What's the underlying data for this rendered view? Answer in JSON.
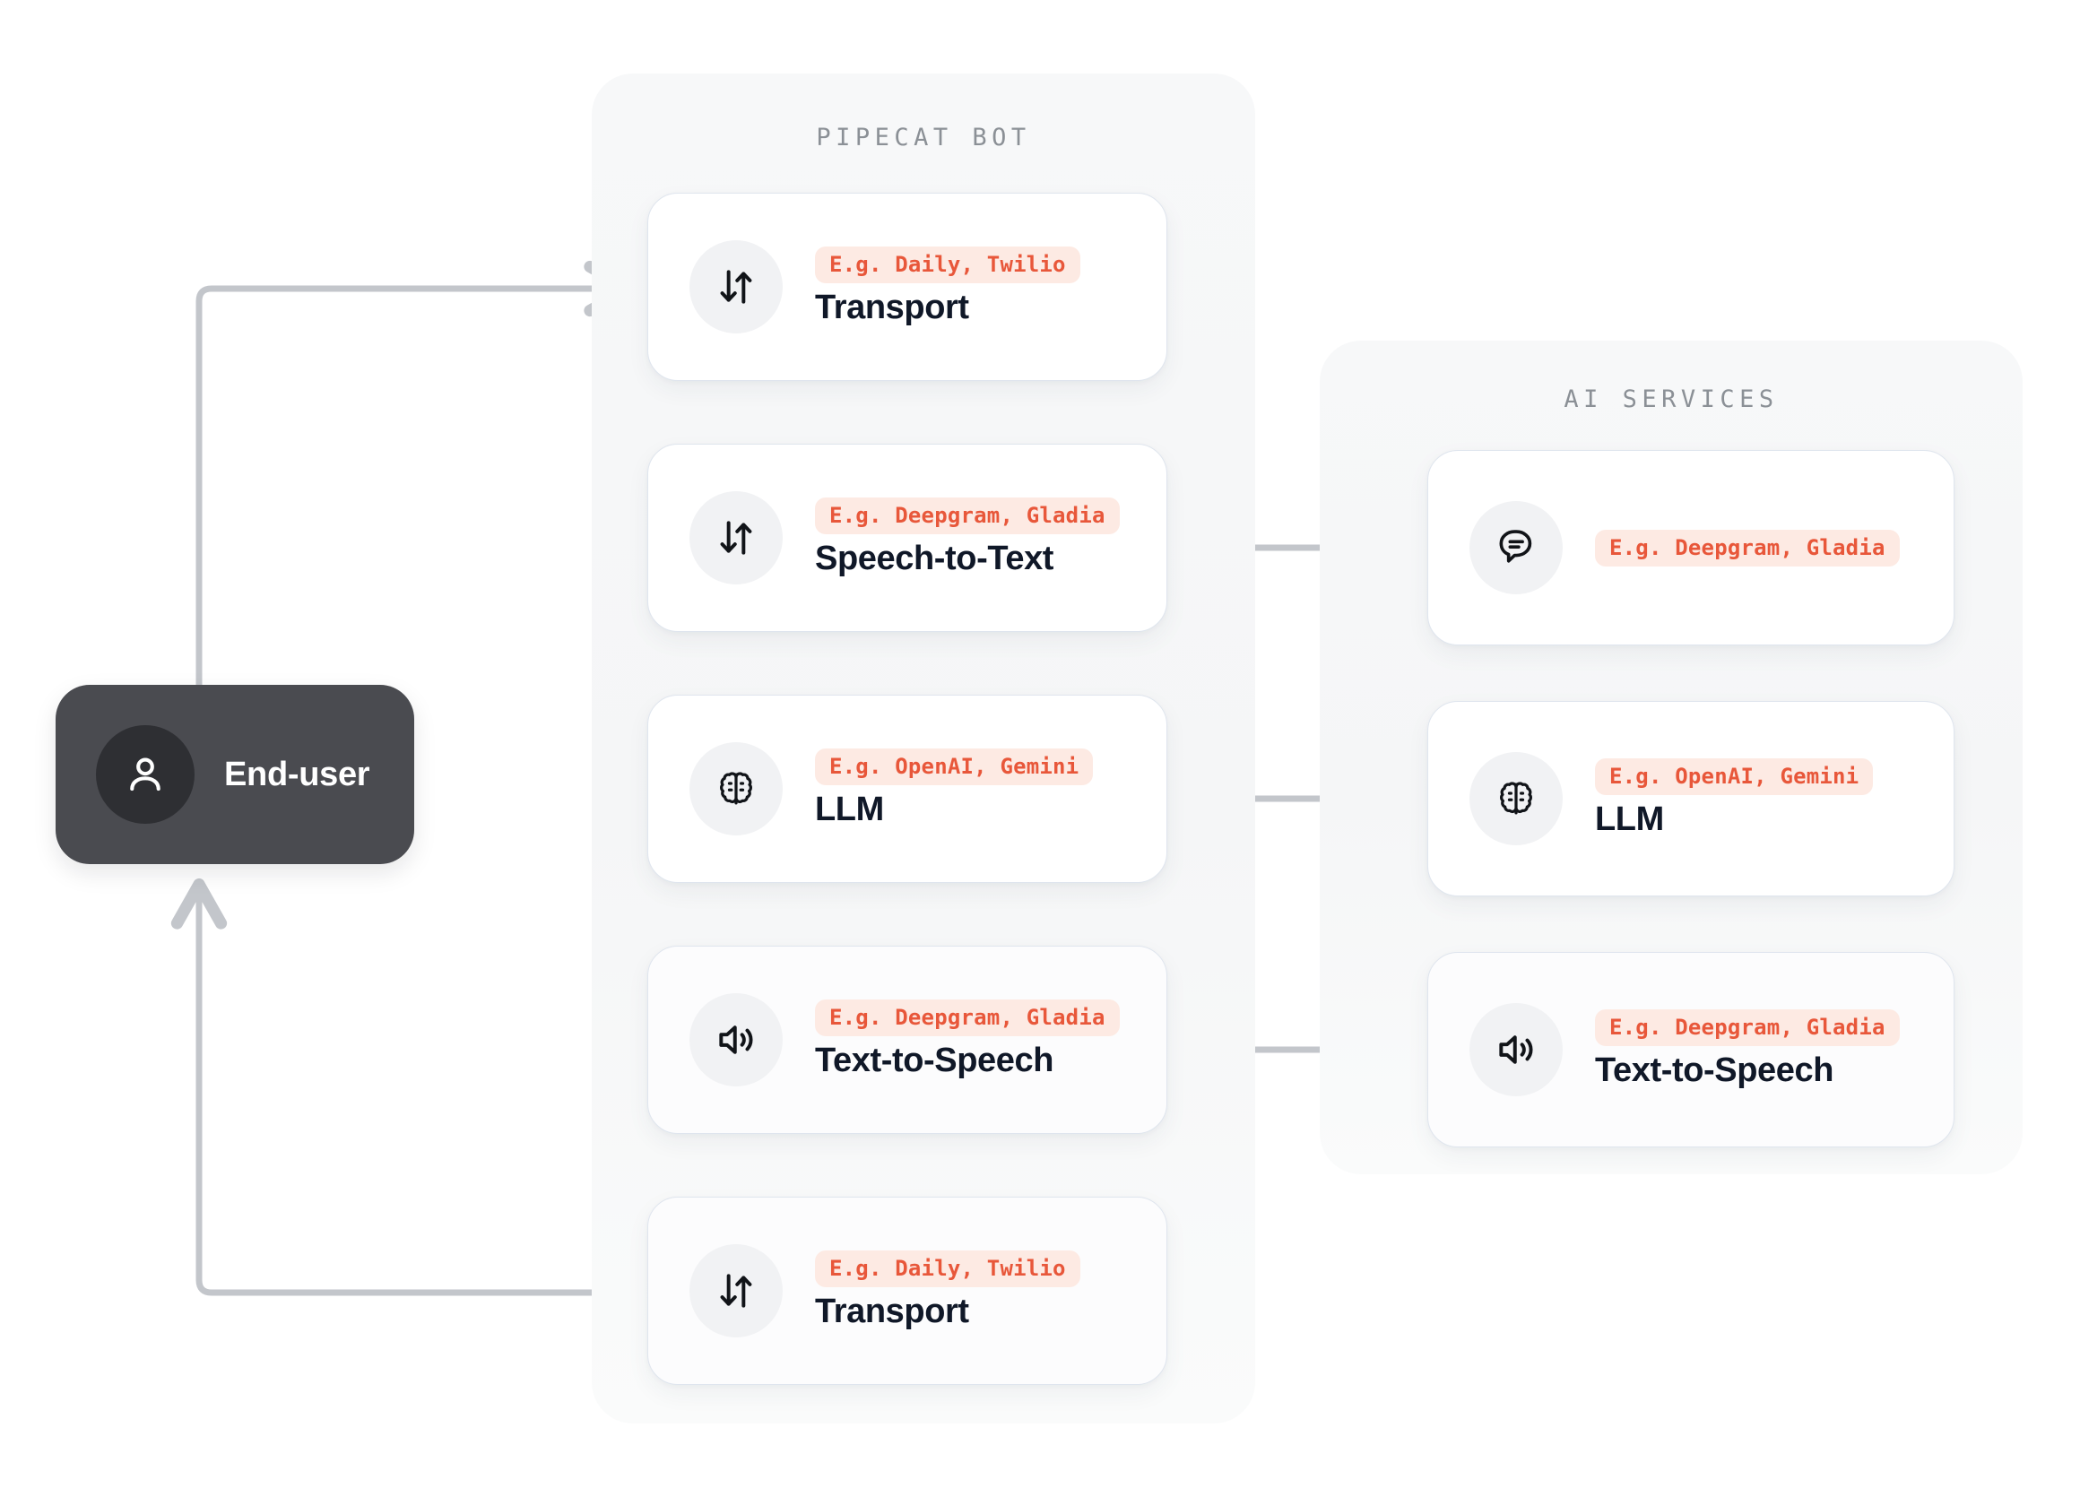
{
  "diagram": {
    "groups": {
      "pipecat": {
        "title": "PIPECAT BOT"
      },
      "ai_services": {
        "title": "AI SERVICES"
      }
    },
    "end_user": {
      "label": "End-user",
      "icon": "person-icon",
      "bg_color": "#4a4b50",
      "avatar_color": "#2e2f33"
    },
    "pipeline": [
      {
        "badge": "E.g. Daily, Twilio",
        "title": "Transport",
        "icon": "transfer-arrows-icon"
      },
      {
        "badge": "E.g. Deepgram, Gladia",
        "title": "Speech-to-Text",
        "icon": "transfer-arrows-icon"
      },
      {
        "badge": "E.g. OpenAI, Gemini",
        "title": "LLM",
        "icon": "brain-icon"
      },
      {
        "badge": "E.g. Deepgram, Gladia",
        "title": "Text-to-Speech",
        "icon": "speaker-icon"
      },
      {
        "badge": "E.g. Daily, Twilio",
        "title": "Transport",
        "icon": "transfer-arrows-icon"
      }
    ],
    "ai_services": [
      {
        "badge": "E.g. Deepgram, Gladia",
        "title": "",
        "icon": "speech-bubble-icon"
      },
      {
        "badge": "E.g. OpenAI, Gemini",
        "title": "LLM",
        "icon": "brain-icon"
      },
      {
        "badge": "E.g. Deepgram, Gladia",
        "title": "Text-to-Speech",
        "icon": "speaker-icon"
      }
    ],
    "colors": {
      "badge_bg": "#fdeae3",
      "badge_text": "#e8573a",
      "card_bg": "#ffffff",
      "card_border": "#dfe5ee",
      "group_bg": "#f6f7f8",
      "connector": "#c3c6cb",
      "title_text": "#101828",
      "group_title_text": "#8b9096"
    }
  }
}
